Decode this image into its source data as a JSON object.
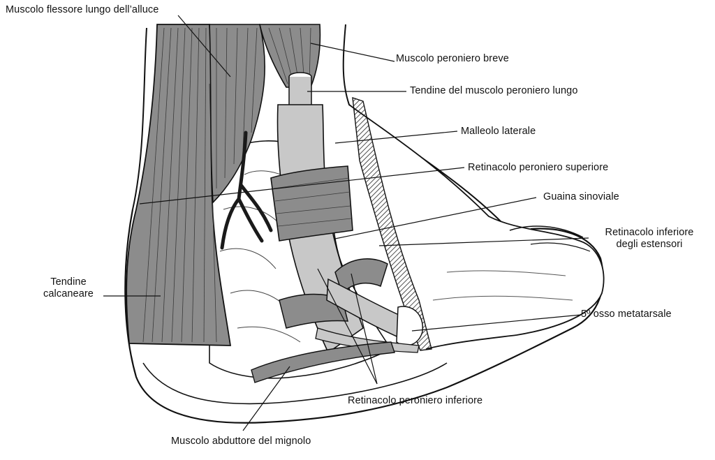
{
  "colors": {
    "muscle": "#8c8c8c",
    "tendon": "#c8c8c8",
    "bone": "#ffffff",
    "ink": "#111111",
    "sheath": "#b4b4b4"
  },
  "labels": {
    "flessore_lungo_alluce": "Muscolo flessore lungo dell’alluce",
    "peroniero_breve": "Muscolo peroniero breve",
    "tendine_peroniero_lungo": "Tendine del muscolo peroniero lungo",
    "malleolo_laterale": "Malleolo laterale",
    "retinacolo_superiore": "Retinacolo peroniero superiore",
    "guaina_sinoviale": "Guaina sinoviale",
    "retinacolo_estensori_1": "Retinacolo inferiore",
    "retinacolo_estensori_2": "degli estensori",
    "quinto_metatarsale": "5º osso metatarsale",
    "tendine_calcaneare_1": "Tendine",
    "tendine_calcaneare_2": "calcaneare",
    "retinacolo_inferiore": "Retinacolo peroniero inferiore",
    "abduttore_mignolo": "Muscolo abduttore del mignolo"
  }
}
